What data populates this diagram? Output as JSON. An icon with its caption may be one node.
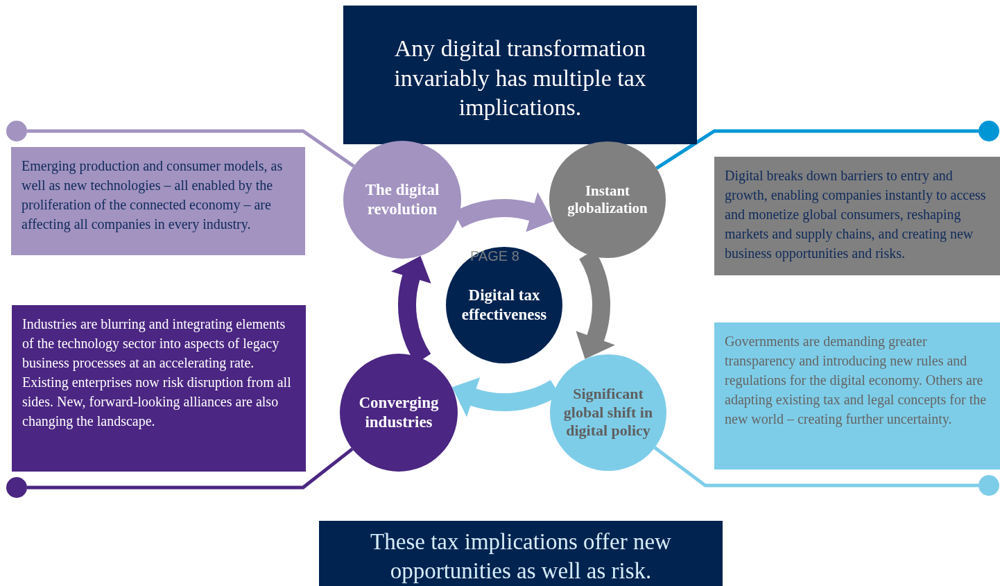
{
  "diagram": {
    "nodes": [
      {
        "text": [
          "Any digital transformation invariably has multiple tax implications."
        ]
      },
      {
        "text": [
          "The digital revolution"
        ]
      },
      {
        "text": [
          "Instant globalization"
        ]
      },
      {
        "text": [
          "Digital tax effectiveness"
        ]
      },
      {
        "text": [
          "Converging industries"
        ]
      },
      {
        "text": [
          "Significant global shift in digital policy"
        ]
      },
      {
        "text": [
          "Emerging production and consumer models, as well as new technologies – all enabled by the proliferation of the connected economy – are affecting all companies in every industry."
        ]
      },
      {
        "text": [
          "Digital breaks down barriers to entry and growth, enabling companies instantly to access and monetize global consumers, reshaping markets and supply chains, and creating new business opportunities and risks."
        ]
      },
      {
        "text": [
          "Industries are blurring and integrating elements of the technology sector into aspects of legacy business processes at an accelerating rate. Existing enterprises now risk disruption from all sides. New, forward-looking alliances are also changing the landscape."
        ]
      },
      {
        "text": [
          "Governments are demanding greater transparency and introducing new rules and regulations for the digital economy. Others are adapting existing tax and legal concepts for the new world – creating further uncertainty."
        ]
      },
      {
        "text": [
          "These tax implications offer new opportunities as well as risk."
        ]
      },
      {
        "text": [],
        "shape": "circle"
      },
      {
        "text": [],
        "shape": "circle"
      },
      {
        "text": [],
        "shape": "circle"
      },
      {
        "text": [],
        "shape": "circle"
      }
    ],
    "edges": [
      {
        "from": 1,
        "to": 2,
        "arrow": "to",
        "style": "thick",
        "color": "#a293c0"
      },
      {
        "from": 2,
        "to": 5,
        "arrow": "to",
        "style": "thick",
        "color": "#808080"
      },
      {
        "from": 5,
        "to": 4,
        "arrow": "to",
        "style": "thick",
        "color": "#7ecde8"
      },
      {
        "from": 4,
        "to": 1,
        "arrow": "to",
        "style": "thick",
        "color": "#4b2682"
      },
      {
        "from": 1,
        "to": 11,
        "arrow": "none",
        "color": "#a293c0"
      },
      {
        "from": 2,
        "to": 12,
        "arrow": "none",
        "color": "#0096d6"
      },
      {
        "from": 4,
        "to": 13,
        "arrow": "none",
        "color": "#4b2682"
      },
      {
        "from": 5,
        "to": 14,
        "arrow": "none",
        "color": "#7ecde8"
      }
    ],
    "labels": [
      "PAGE 8"
    ]
  }
}
